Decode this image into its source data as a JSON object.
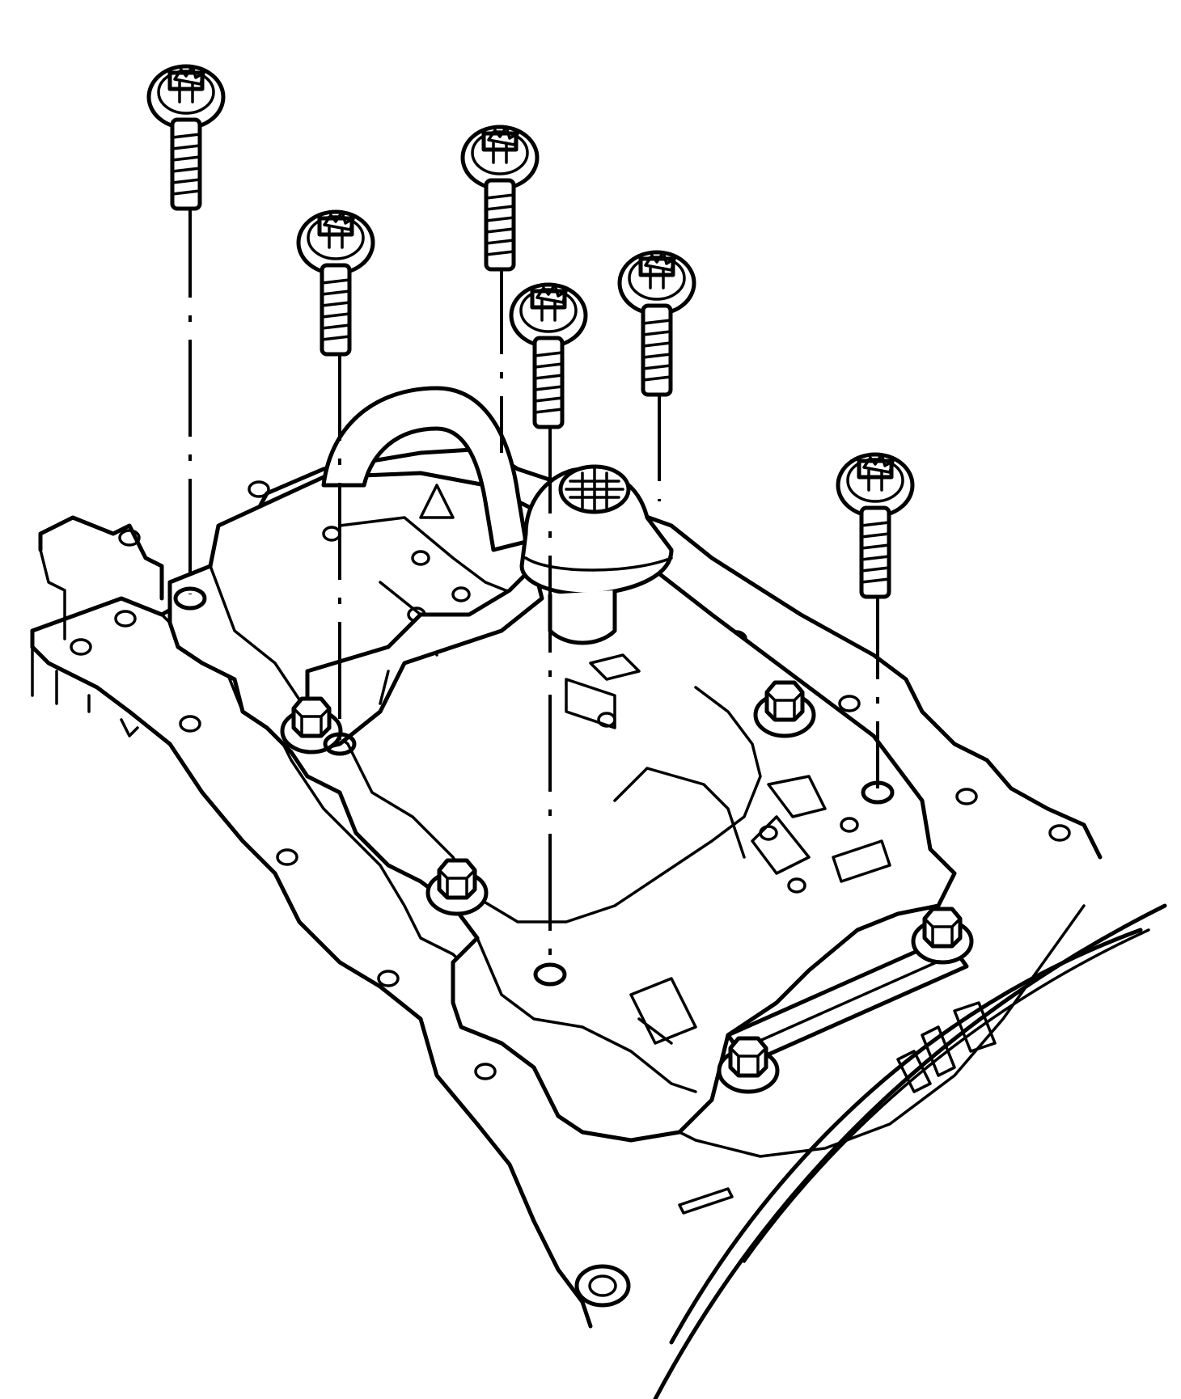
{
  "diagram": {
    "subject": "oil-pan-baffle-and-pickup-tube-bolts",
    "colors": {
      "line": "#000000",
      "background": "#ffffff"
    },
    "parts": [
      "oil-pan",
      "oil-pump-pickup-tube",
      "pickup-screen",
      "oil-pan-baffle",
      "bracket",
      "flange-bolt",
      "flange-nut",
      "bolt-hole",
      "crankshaft-flywheel-ring"
    ]
  }
}
